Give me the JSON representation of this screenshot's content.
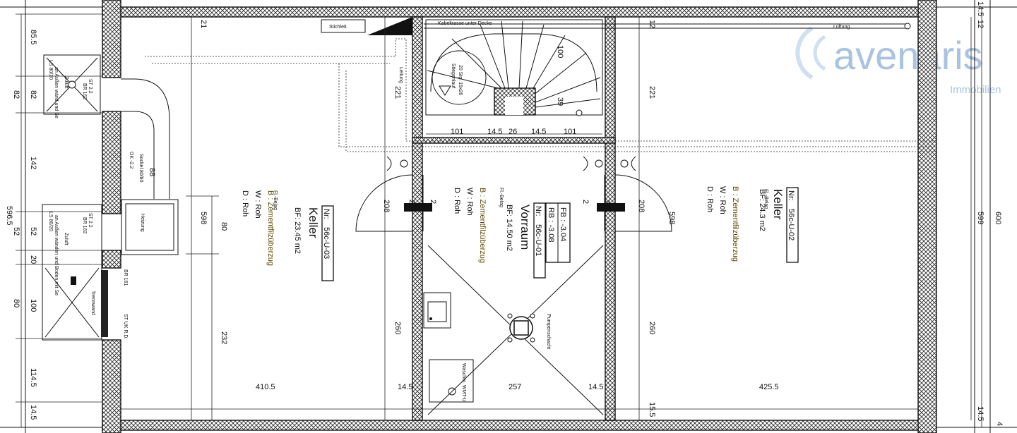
{
  "rooms": [
    {
      "id": "left",
      "nr_label": "Nr:",
      "nr": "56c-U-03",
      "name": "Keller",
      "bf": "BF:  23.45 m2",
      "fl_label": "Fl.-Belag",
      "b": "B  :   Zementfilzüberzug",
      "w": "W  :   Roh",
      "d": "D  :   Roh"
    },
    {
      "id": "center",
      "nr_label": "Nr:",
      "nr": "56c-U-01",
      "name": "Vorraum",
      "bf": "BF:  14.50 m2",
      "fl_label": "Fl.-Belag",
      "b": "B  :   Zementfilzüberzug",
      "w": "W  :   Roh",
      "d": "D  :   Roh",
      "fb": "FB : -3.04",
      "rb": "RB : -3.08"
    },
    {
      "id": "right",
      "nr_label": "Nr:",
      "nr": "56c-U-02",
      "name": "Keller",
      "bf": "BF:  24.3 m2",
      "fl_label": "Fl.-Belag",
      "b": "B  :   Zementfilzüberzug",
      "w": "W  :   Roh",
      "d": "D  :   Roh"
    }
  ],
  "fixtures": {
    "heizung": "Heizung",
    "waschmaschine": "Waschm. WMT-U",
    "pumpenschacht": "Pumpenschacht",
    "stiege_label": "Stiegenlauf",
    "stiege_steps": "20 Stg. 15x26",
    "kabel": "Kabeltrasse unter Decke",
    "leitung_left": "Stichleit.",
    "leitung_right": "Leitung",
    "lueftung": "Lüftung",
    "trennwand": "Trennwand",
    "br_top": "BR 162",
    "st_top": "ST 2.2",
    "br_mid": "BR 162",
    "st_mid": "ST 2.2",
    "br_low": "BR 161",
    "st_low": "ST UK R.D.",
    "ls_top": "LS 80/20",
    "zuluft": "Zuluft",
    "ls_mid": "LS 80/20",
    "aussen_top": "an Außen wänd und Se",
    "aussen_mid": "an Außen wänden und Boden mit Se",
    "zuluft_mid": "Zuluft",
    "sockel": "Sockel 80/80",
    "ok": "OK -2.2"
  },
  "dimensions": {
    "left_vertical": [
      "85.5",
      "82",
      "142",
      "52",
      "20",
      "100",
      "114.5",
      "14.5"
    ],
    "left_total": "596.5",
    "left_total2": "52",
    "left_inner": "80",
    "right_vertical": [
      "14.5",
      "12",
      "599",
      "14.5",
      "4"
    ],
    "right_total": "600",
    "bottom": [
      "410.5",
      "14.5",
      "257",
      "14.5",
      "425.5"
    ],
    "stair_bottom": [
      "101",
      "14.5",
      "26",
      "14.5",
      "101"
    ],
    "wall_left": "221",
    "wall_right": "221",
    "door_h_left": "208",
    "door_h_right": "208",
    "room_h_left": "598",
    "room_h_right": "598",
    "height_left": "232",
    "height_center_left": "260",
    "height_center_right": "260",
    "stair_h": "100",
    "stair_w": "39",
    "n2a": "2",
    "n2b": "2",
    "n2c": "2",
    "n2d": "2",
    "small_80": "80",
    "small_88": "88",
    "h15": "15.5",
    "top21": "21",
    "top12": "12"
  },
  "logo": {
    "text": "avenaris",
    "sub": "Immobilien",
    "color": "#a9c3e0"
  }
}
